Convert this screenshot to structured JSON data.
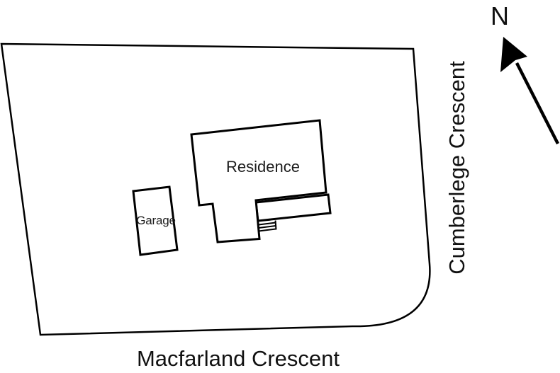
{
  "figure": {
    "kind": "residential site plan",
    "background_color": "#ffffff",
    "line_color": "#000000",
    "text_color": "#111111"
  },
  "plan": {
    "north_label": "N",
    "streets": {
      "bottom": "Macfarland Crescent",
      "right": "Cumberlege Crescent"
    },
    "buildings": {
      "residence": "Residence",
      "garage": "Garage"
    }
  }
}
